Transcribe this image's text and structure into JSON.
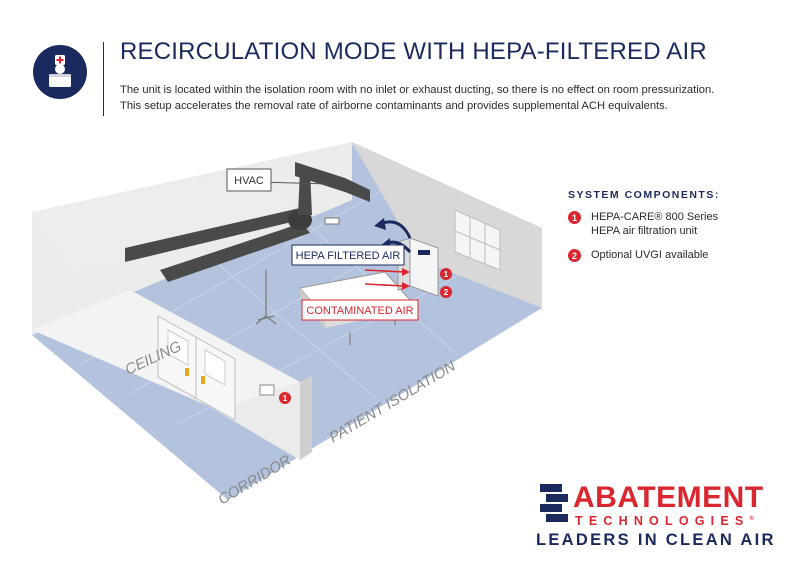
{
  "header": {
    "title": "RECIRCULATION MODE WITH HEPA-FILTERED AIR",
    "description_line1": "The unit is located within the isolation room with no inlet or exhaust ducting, so there is no effect on room pressurization.",
    "description_line2": "This setup accelerates the removal rate of airborne contaminants and provides supplemental ACH equivalents.",
    "icon": "patient-room-icon"
  },
  "diagram": {
    "hvac_label": "HVAC",
    "hepa_label": "HEPA FILTERED AIR",
    "contaminated_label": "CONTAMINATED AIR",
    "ceiling_label": "CEILING",
    "patient_isolation_label": "PATIENT ISOLATION",
    "corridor_label": "CORRIDOR",
    "marker_1": "1",
    "marker_2": "2",
    "hallway_marker": "1"
  },
  "components": {
    "title": "SYSTEM COMPONENTS:",
    "items": [
      {
        "num": "1",
        "line1": "HEPA-CARE® 800 Series",
        "line2": "HEPA air filtration unit"
      },
      {
        "num": "2",
        "line1": "Optional UVGI available",
        "line2": ""
      }
    ]
  },
  "brand": {
    "name": "ABATEMENT",
    "sub": "TECHNOLOGIES",
    "tagline": "LEADERS IN CLEAN AIR",
    "colors": {
      "red": "#d9262f",
      "navy": "#1b2a5e"
    }
  },
  "colors": {
    "wall": "#e6e6e6",
    "wall_shade": "#cfcfcf",
    "floor": "#b3c3dd",
    "duct": "#4a4a4a",
    "arrow_red": "#d9262f",
    "arrow_navy": "#1b2a5e"
  }
}
